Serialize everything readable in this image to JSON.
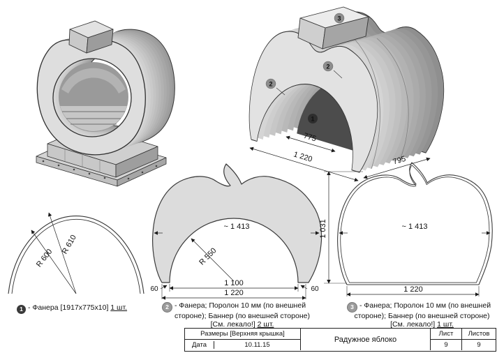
{
  "callouts": {
    "panel": "1",
    "shell": "2",
    "stem": "3"
  },
  "dims": {
    "iso_right": {
      "inner_width": "775",
      "bottom_width": "1 220",
      "depth": "795"
    },
    "arc": {
      "inner_radius": "R 600",
      "outer_radius": "R 610"
    },
    "template": {
      "max_width": "~ 1 413",
      "arch_radius": "R 550",
      "arch_span": "1 100",
      "foot_left": "60",
      "foot_right": "60",
      "base_width": "1 220"
    },
    "outline": {
      "max_width": "~ 1 413",
      "height": "1 031",
      "base_width": "1 220"
    }
  },
  "legend": [
    {
      "num": "1",
      "lines": [
        "- Фанера [1917х775х10]"
      ],
      "qty": "1 шт."
    },
    {
      "num": "2",
      "lines": [
        "- Фанера; Поролон 10 мм (по внешней",
        "стороне); Баннер (по внешней стороне)",
        "[См. лекало!]"
      ],
      "qty": "2 шт."
    },
    {
      "num": "3",
      "lines": [
        "- Фанера; Поролон 10 мм (по внешней",
        "стороне); Баннер (по внешней стороне)",
        "[См. лекало!]"
      ],
      "qty": "1 шт."
    }
  ],
  "title_block": {
    "size_label": "Размеры [Верхняя крышка]",
    "date_label": "Дата",
    "date_value": "10.11.15",
    "drawing_title": "Радужное яблоко",
    "sheet_label": "Лист",
    "sheets_label": "Листов",
    "sheet_value": "9",
    "sheets_value": "9"
  }
}
